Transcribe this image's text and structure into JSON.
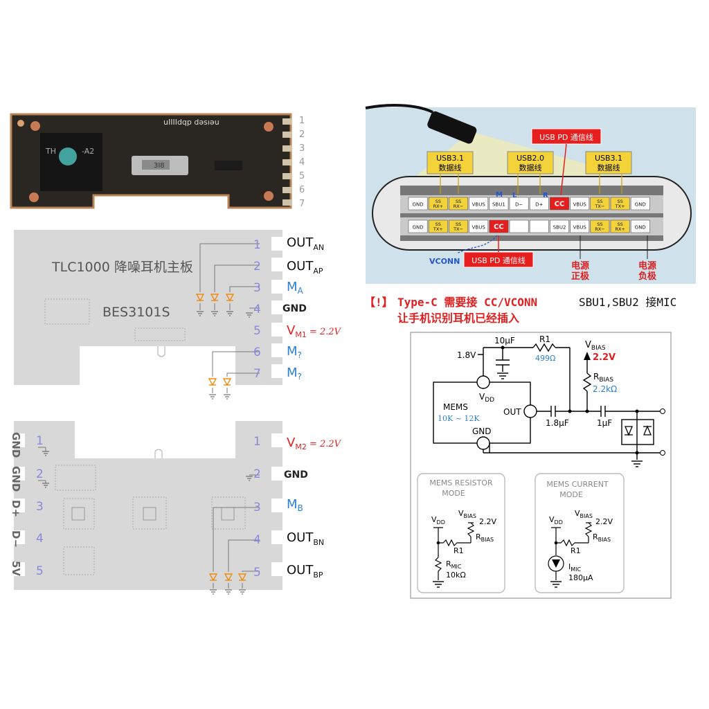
{
  "colors": {
    "board_gray": "#d8d8d8",
    "pin_purple": "#8888dd",
    "mic_blue": "#2a7fd4",
    "volt_red": "#e02020",
    "diode_orange": "#f08a10",
    "pd_red": "#e61e1e",
    "usb_yellow": "#f3d23a",
    "usb_bg": "#cfe2ec"
  },
  "top_board": {
    "title": "TLC1000 降噪耳机主板",
    "chip": "BES3101S",
    "pin_numbers": [
      "1",
      "2",
      "3",
      "4",
      "5",
      "6",
      "7"
    ],
    "pins": [
      {
        "base": "OUT",
        "sub": "AN",
        "color": "black"
      },
      {
        "base": "OUT",
        "sub": "AP",
        "color": "black"
      },
      {
        "base": "M",
        "sub": "A",
        "color": "blue"
      },
      {
        "base": "GND",
        "sub": "",
        "color": "black"
      },
      {
        "base": "V",
        "sub": "M1",
        "suffix": " = 2.2V",
        "color": "red"
      },
      {
        "base": "M",
        "sub": "?",
        "color": "blue"
      },
      {
        "base": "M",
        "sub": "?",
        "color": "blue"
      }
    ]
  },
  "photo": {
    "chip_text": "TH",
    "chip_text2": "-A2",
    "silk_text": "uIIIIdqp dǝsıǝu",
    "slider_text": "3I8",
    "pin_numbers": [
      "1",
      "2",
      "3",
      "4",
      "5",
      "6",
      "7"
    ]
  },
  "bottom_board": {
    "left_labels": [
      "GND",
      "GND",
      "D+",
      "D−",
      "5V"
    ],
    "left_numbers": [
      "1",
      "2",
      "3",
      "4",
      "5"
    ],
    "right_numbers": [
      "1",
      "2",
      "3",
      "4",
      "5"
    ],
    "pins": [
      {
        "base": "V",
        "sub": "M2",
        "suffix": " = 2.2V",
        "color": "red"
      },
      {
        "base": "GND",
        "sub": "",
        "color": "black"
      },
      {
        "base": "M",
        "sub": "B",
        "color": "blue"
      },
      {
        "base": "OUT",
        "sub": "BN",
        "color": "black"
      },
      {
        "base": "OUT",
        "sub": "BP",
        "color": "black"
      }
    ]
  },
  "usb": {
    "pd_label_top": "USB PD 通信线",
    "pd_label_bottom": "USB PD 通信线",
    "vconn": "VCONN",
    "group_usb31_left": {
      "line1": "USB3.1",
      "line2": "数据线"
    },
    "group_usb20": {
      "line1": "USB2.0",
      "line2": "数据线"
    },
    "group_usb31_right": {
      "line1": "USB3.1",
      "line2": "数据线"
    },
    "top_row": [
      "GND",
      "SS RX+",
      "SS RX−",
      "VBUS",
      "SBU1",
      "D−",
      "D+",
      "CC",
      "VBUS",
      "SS TX−",
      "SS TX+",
      "GND"
    ],
    "bottom_row": [
      "GND",
      "SS TX+",
      "SS TX−",
      "VBUS",
      "CC",
      "",
      "",
      "SBU2",
      "VBUS",
      "SS RX−",
      "SS RX+",
      "GND"
    ],
    "marker_m": "M",
    "marker_l": "L",
    "marker_r": "R",
    "power_pos": {
      "line1": "电源",
      "line2": "正极"
    },
    "power_neg": {
      "line1": "电源",
      "line2": "负极"
    }
  },
  "notes": {
    "bang": "【!】",
    "line1": "Type-C 需要接 CC/VCONN",
    "line1b": "SBU1,SBU2 接MIC",
    "line2": "让手机识别耳机已经插入"
  },
  "schematic": {
    "v18": "1.8V",
    "cap10": "10µF",
    "r1": "R1",
    "r1_val": "499Ω",
    "vbias": "V",
    "vbias_sub": "BIAS",
    "vbias_val": "2.2V",
    "rbias": "R",
    "rbias_sub": "BIAS",
    "rbias_val": "2.2kΩ",
    "vdd": "V",
    "vdd_sub": "DD",
    "mems": "MEMS",
    "mems_range": "10K ~ 12K",
    "out": "OUT",
    "gnd": "GND",
    "cap18": "1.8µF",
    "cap1": "1µF",
    "mode1_title1": "MEMS RESISTOR",
    "mode1_title2": "MODE",
    "mode2_title1": "MEMS  CURRENT",
    "mode2_title2": "MODE",
    "m_vdd": "V",
    "m_vdd_sub": "DD",
    "m_vbias": "V",
    "m_vbias_sub": "BIAS",
    "m_22v": "2.2V",
    "m_rbias": "R",
    "m_rbias_sub": "BIAS",
    "m_r1": "R1",
    "rmic": "R",
    "rmic_sub": "MIC",
    "rmic_val": "10kΩ",
    "imic": "I",
    "imic_sub": "MIC",
    "imic_val": "180µA"
  }
}
